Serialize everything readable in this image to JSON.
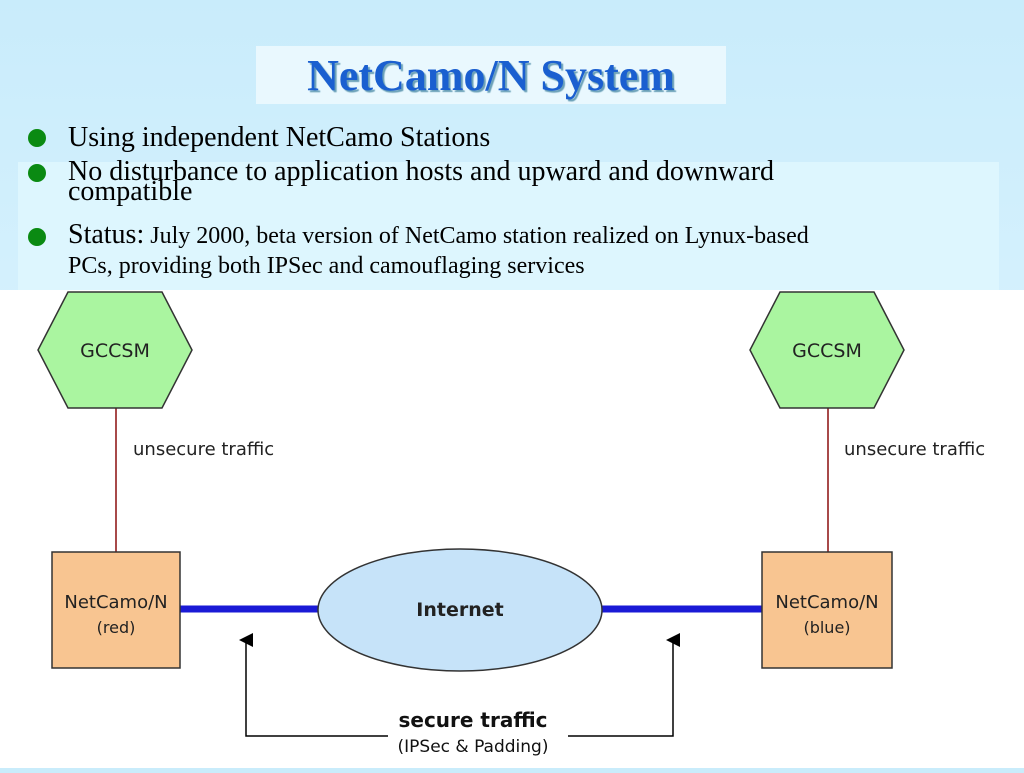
{
  "slide": {
    "title": "NetCamo/N System",
    "bullets": [
      {
        "text": "Using independent NetCamo Stations"
      },
      {
        "text_line1": "No disturbance to application hosts and upward and downward",
        "text_line2": "compatible"
      },
      {
        "lead": "Status:",
        "text_line1": " July 2000, beta version of NetCamo station realized on Lynux-based",
        "text_line2": "PCs, providing both IPSec and camouflaging services"
      }
    ]
  },
  "diagram": {
    "left_node": {
      "hexagon_label": "GCCSM",
      "link_label": "unsecure traffic",
      "box_label": "NetCamo/N",
      "box_sublabel": "(red)"
    },
    "right_node": {
      "hexagon_label": "GCCSM",
      "link_label": "unsecure traffic",
      "box_label": "NetCamo/N",
      "box_sublabel": "(blue)"
    },
    "cloud_label": "Internet",
    "secure_label": "secure traffic",
    "secure_sublabel": "(IPSec & Padding)",
    "colors": {
      "hexagon_fill": "#aaf5a0",
      "box_fill": "#f8c591",
      "cloud_fill": "#c6e3f9",
      "secure_link": "#1a1ad6",
      "unsecure_link": "#a84a4a",
      "bullet_dot": "#0a8a12",
      "title_text": "#1a5fd0"
    }
  }
}
